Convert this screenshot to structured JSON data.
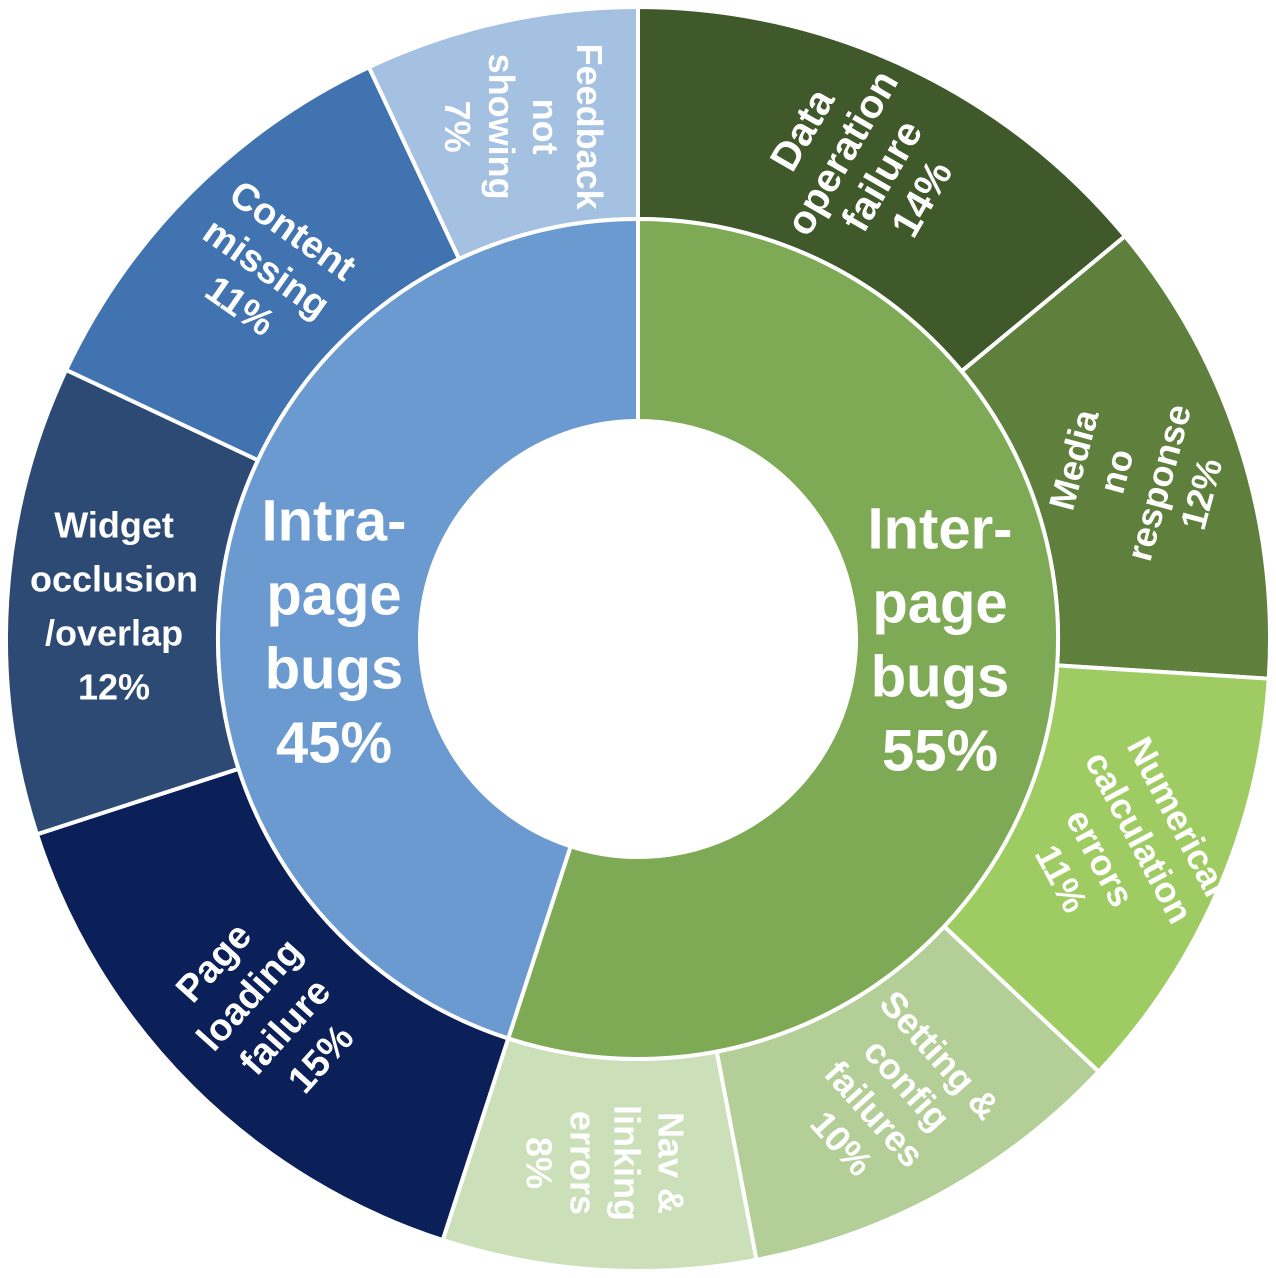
{
  "chart_data": {
    "type": "pie",
    "inner": [
      {
        "label": "Intra-page bugs",
        "lines": [
          "Intra-",
          "page",
          "bugs",
          "45%"
        ],
        "value": 45,
        "color": "#6b9ad0"
      },
      {
        "label": "Inter-page bugs",
        "lines": [
          "Inter-",
          "page",
          "bugs",
          "55%"
        ],
        "value": 55,
        "color": "#7faa55"
      }
    ],
    "outer": [
      {
        "label": "Data operation failure",
        "lines": [
          "Data",
          "operation",
          "failure",
          "14%"
        ],
        "value": 14,
        "color": "#40592b",
        "parent": "Inter-page bugs"
      },
      {
        "label": "Media no response",
        "lines": [
          "Media",
          "no",
          "response",
          "12%"
        ],
        "value": 12,
        "color": "#5f803c",
        "parent": "Inter-page bugs"
      },
      {
        "label": "Numerical calculation errors",
        "lines": [
          "Numerical",
          "calculation",
          "errors",
          "11%"
        ],
        "value": 11,
        "color": "#9fcb63",
        "parent": "Inter-page bugs"
      },
      {
        "label": "Setting & config failures",
        "lines": [
          "Setting &",
          "config",
          "failures",
          "10%"
        ],
        "value": 10,
        "color": "#b3cf97",
        "parent": "Inter-page bugs"
      },
      {
        "label": "Nav & linking errors",
        "lines": [
          "Nav &",
          "linking",
          "errors",
          "8%"
        ],
        "value": 8,
        "color": "#cbe0b9",
        "parent": "Inter-page bugs"
      },
      {
        "label": "Page loading failure",
        "lines": [
          "Page",
          "loading",
          "failure",
          "15%"
        ],
        "value": 15,
        "color": "#0b2059",
        "parent": "Intra-page bugs"
      },
      {
        "label": "Widget occlusion/overlap",
        "lines": [
          "Widget",
          "occlusion",
          "/overlap",
          "12%"
        ],
        "value": 12,
        "color": "#2c4a74",
        "parent": "Intra-page bugs"
      },
      {
        "label": "Content missing",
        "lines": [
          "Content",
          "missing",
          "11%"
        ],
        "value": 11,
        "color": "#4173b0",
        "parent": "Intra-page bugs"
      },
      {
        "label": "Feedback not showing",
        "lines": [
          "Feedback",
          "not",
          "showing",
          "7%"
        ],
        "value": 7,
        "color": "#a5c1e2",
        "parent": "Intra-page bugs"
      }
    ]
  }
}
